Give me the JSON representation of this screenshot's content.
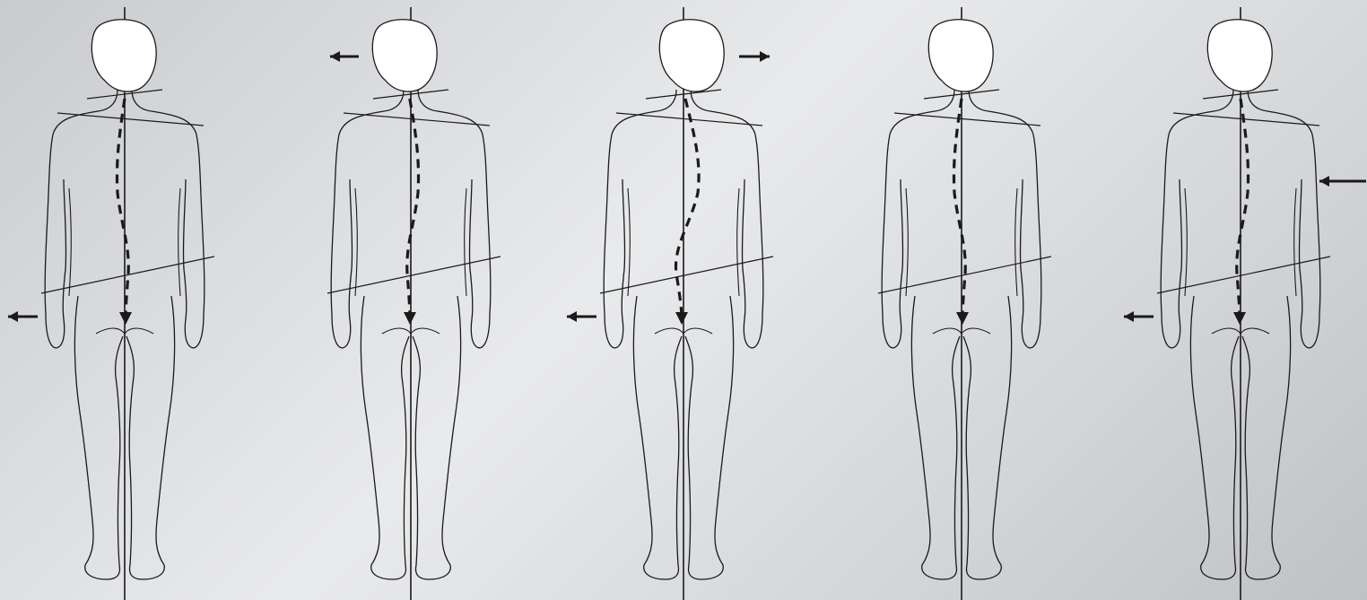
{
  "figures": [
    {
      "id": "posture-1",
      "pelvis_tilt": "left",
      "head_shift": "none",
      "curve_bias": -1,
      "pelvis_arrow": "left",
      "head_arrow": null,
      "side_arrow": null
    },
    {
      "id": "posture-2",
      "pelvis_tilt": "left",
      "head_shift": "left",
      "curve_bias": 1,
      "pelvis_arrow": null,
      "head_arrow": "left",
      "side_arrow": null
    },
    {
      "id": "posture-3",
      "pelvis_tilt": "left",
      "head_shift": "right",
      "curve_bias": 2,
      "pelvis_arrow": "left",
      "head_arrow": "right",
      "side_arrow": null
    },
    {
      "id": "posture-4",
      "pelvis_tilt": "left",
      "head_shift": "none",
      "curve_bias": -1,
      "pelvis_arrow": null,
      "head_arrow": null,
      "side_arrow": null
    },
    {
      "id": "posture-5",
      "pelvis_tilt": "left",
      "head_shift": "none",
      "curve_bias": 1,
      "pelvis_arrow": "left",
      "head_arrow": null,
      "side_arrow": "left"
    }
  ],
  "colors": {
    "line": "#1a1a1a",
    "head_fill": "#ffffff",
    "background": "#d9dadd"
  }
}
